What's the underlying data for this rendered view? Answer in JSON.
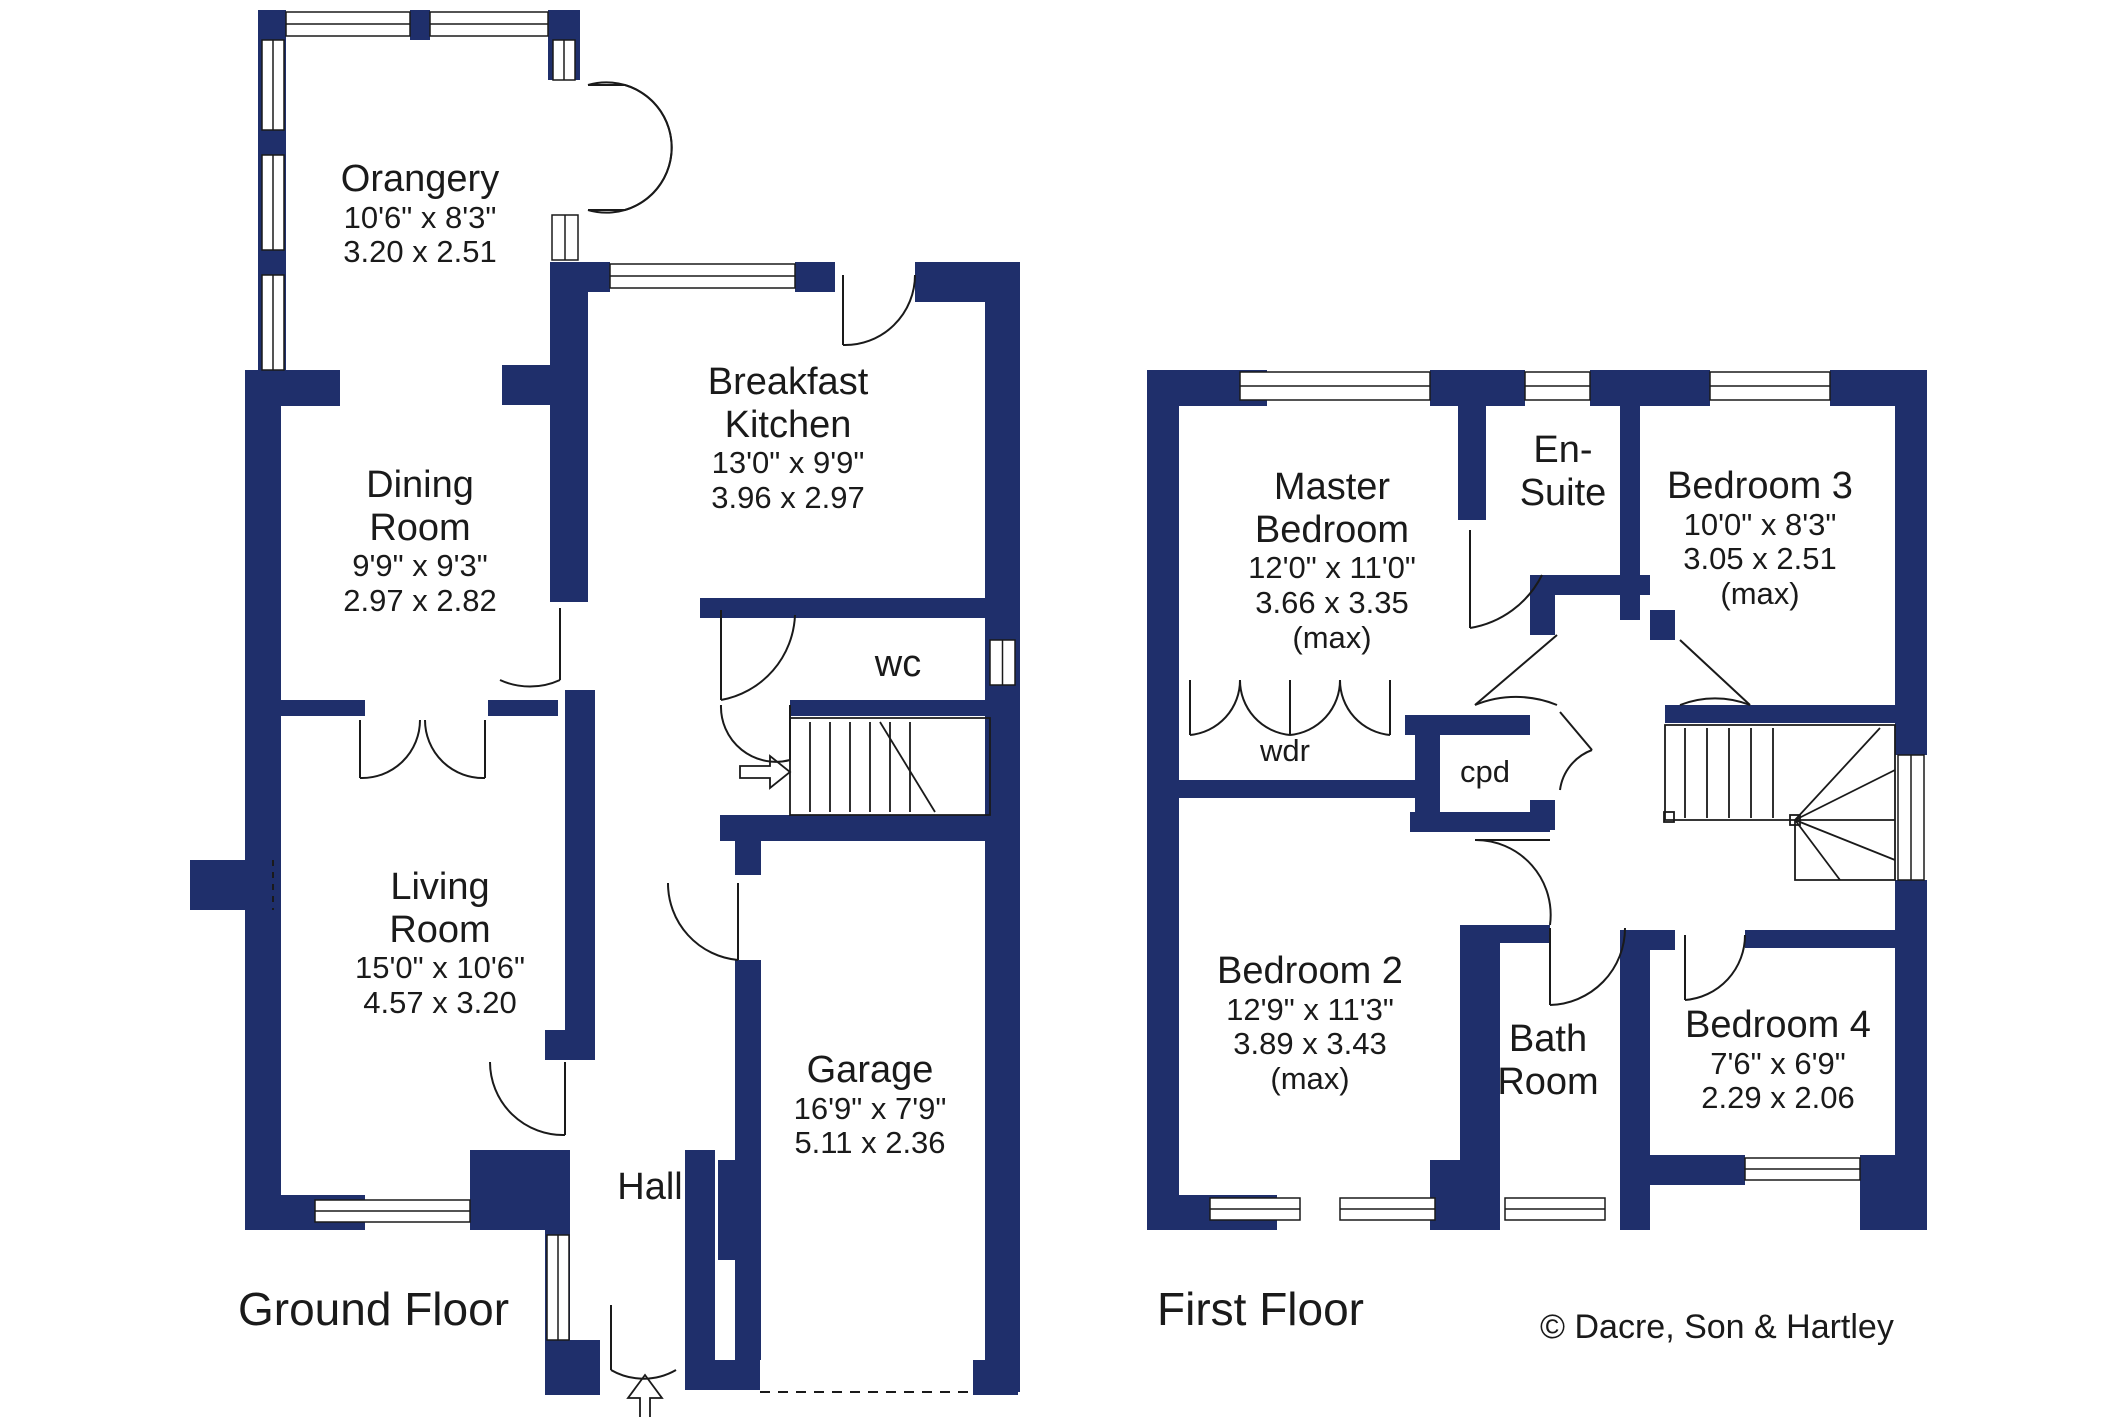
{
  "floors": {
    "ground": {
      "label": "Ground Floor",
      "rooms": {
        "orangery": {
          "name": "Orangery",
          "imperial": "10'6\"  x   8'3\"",
          "metric": "3.20  x  2.51"
        },
        "breakfast_kitchen": {
          "name1": "Breakfast",
          "name2": "Kitchen",
          "imperial": "13'0\"  x   9'9\"",
          "metric": "3.96  x  2.97"
        },
        "dining_room": {
          "name1": "Dining",
          "name2": "Room",
          "imperial": "9'9\"   x   9'3\"",
          "metric": "2.97  x  2.82"
        },
        "wc": {
          "name": "wc"
        },
        "living_room": {
          "name1": "Living",
          "name2": "Room",
          "imperial": "15'0\"  x  10'6\"",
          "metric": "4.57  x  3.20"
        },
        "garage": {
          "name": "Garage",
          "imperial": "16'9\"  x   7'9\"",
          "metric": "5.11  x  2.36"
        },
        "hall": {
          "name": "Hall"
        }
      }
    },
    "first": {
      "label": "First Floor",
      "rooms": {
        "master_bedroom": {
          "name1": "Master",
          "name2": "Bedroom",
          "imperial": "12'0\"  x  11'0\"",
          "metric": "3.66  x  3.35",
          "note": "(max)"
        },
        "en_suite": {
          "name1": "En-",
          "name2": "Suite"
        },
        "bedroom_3": {
          "name": "Bedroom 3",
          "imperial": "10'0\"  x   8'3\"",
          "metric": "3.05  x  2.51",
          "note": "(max)"
        },
        "wdr": {
          "name": "wdr"
        },
        "cpd": {
          "name": "cpd"
        },
        "bedroom_2": {
          "name": "Bedroom 2",
          "imperial": "12'9\"  x  11'3\"",
          "metric": "3.89  x  3.43",
          "note": "(max)"
        },
        "bathroom": {
          "name1": "Bath",
          "name2": "Room"
        },
        "bedroom_4": {
          "name": "Bedroom 4",
          "imperial": "7'6\"   x   6'9\"",
          "metric": "2.29  x  2.06"
        }
      }
    }
  },
  "copyright": "© Dacre, Son & Hartley",
  "colors": {
    "wall": "#1f2f6b",
    "line": "#1a1a1a",
    "background": "#ffffff"
  }
}
